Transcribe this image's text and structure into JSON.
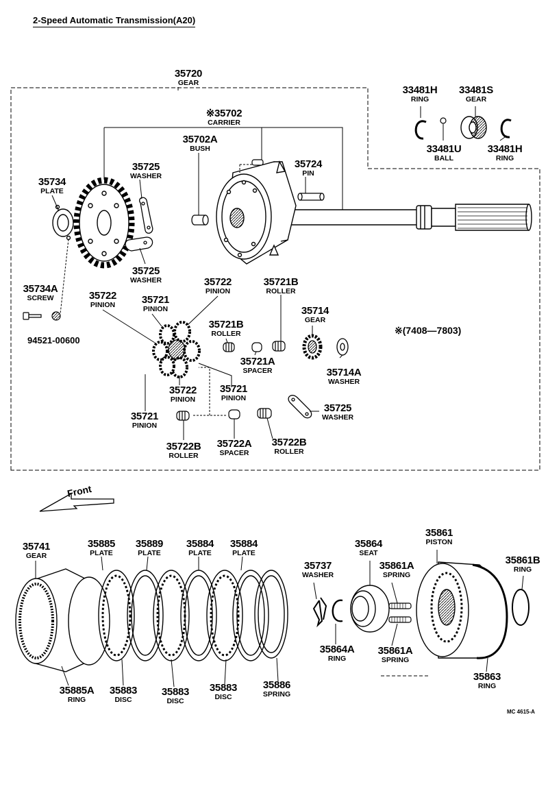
{
  "title": "2-Speed  Automatic  Transmission(A20)",
  "serial_note": "※(7408—7803)",
  "front_label": "Front",
  "extra_part": "94521-00600",
  "figure_id": "MC 4615-A",
  "parts": {
    "p35720": {
      "num": "35720",
      "name": "GEAR"
    },
    "p35702": {
      "num": "※35702",
      "name": "CARRIER"
    },
    "p35702A": {
      "num": "35702A",
      "name": "BUSH"
    },
    "p35724": {
      "num": "35724",
      "name": "PIN"
    },
    "p35725a": {
      "num": "35725",
      "name": "WASHER"
    },
    "p35725b": {
      "num": "35725",
      "name": "WASHER"
    },
    "p35725c": {
      "num": "35725",
      "name": "WASHER"
    },
    "p35734": {
      "num": "35734",
      "name": "PLATE"
    },
    "p35734A": {
      "num": "35734A",
      "name": "SCREW"
    },
    "p33481Ha": {
      "num": "33481H",
      "name": "RING"
    },
    "p33481S": {
      "num": "33481S",
      "name": "GEAR"
    },
    "p33481U": {
      "num": "33481U",
      "name": "BALL"
    },
    "p33481Hb": {
      "num": "33481H",
      "name": "RING"
    },
    "p35722a": {
      "num": "35722",
      "name": "PINION"
    },
    "p35722b": {
      "num": "35722",
      "name": "PINION"
    },
    "p35722c": {
      "num": "35722",
      "name": "PINION"
    },
    "p35721a": {
      "num": "35721",
      "name": "PINION"
    },
    "p35721b": {
      "num": "35721",
      "name": "PINION"
    },
    "p35721c": {
      "num": "35721",
      "name": "PINION"
    },
    "p35721Ba": {
      "num": "35721B",
      "name": "ROLLER"
    },
    "p35721Bb": {
      "num": "35721B",
      "name": "ROLLER"
    },
    "p35721A": {
      "num": "35721A",
      "name": "SPACER"
    },
    "p35714": {
      "num": "35714",
      "name": "GEAR"
    },
    "p35714A": {
      "num": "35714A",
      "name": "WASHER"
    },
    "p35722Ba": {
      "num": "35722B",
      "name": "ROLLER"
    },
    "p35722A": {
      "num": "35722A",
      "name": "SPACER"
    },
    "p35722Bb": {
      "num": "35722B",
      "name": "ROLLER"
    },
    "p35741": {
      "num": "35741",
      "name": "GEAR"
    },
    "p35885": {
      "num": "35885",
      "name": "PLATE"
    },
    "p35889": {
      "num": "35889",
      "name": "PLATE"
    },
    "p35884a": {
      "num": "35884",
      "name": "PLATE"
    },
    "p35884b": {
      "num": "35884",
      "name": "PLATE"
    },
    "p35885A": {
      "num": "35885A",
      "name": "RING"
    },
    "p35883a": {
      "num": "35883",
      "name": "DISC"
    },
    "p35883b": {
      "num": "35883",
      "name": "DISC"
    },
    "p35883c": {
      "num": "35883",
      "name": "DISC"
    },
    "p35886": {
      "num": "35886",
      "name": "SPRING"
    },
    "p35737": {
      "num": "35737",
      "name": "WASHER"
    },
    "p35864": {
      "num": "35864",
      "name": "SEAT"
    },
    "p35864A": {
      "num": "35864A",
      "name": "RING"
    },
    "p35861Aa": {
      "num": "35861A",
      "name": "SPRING"
    },
    "p35861Ab": {
      "num": "35861A",
      "name": "SPRING"
    },
    "p35861": {
      "num": "35861",
      "name": "PISTON"
    },
    "p35861B": {
      "num": "35861B",
      "name": "RING"
    },
    "p35863": {
      "num": "35863",
      "name": "RING"
    }
  }
}
